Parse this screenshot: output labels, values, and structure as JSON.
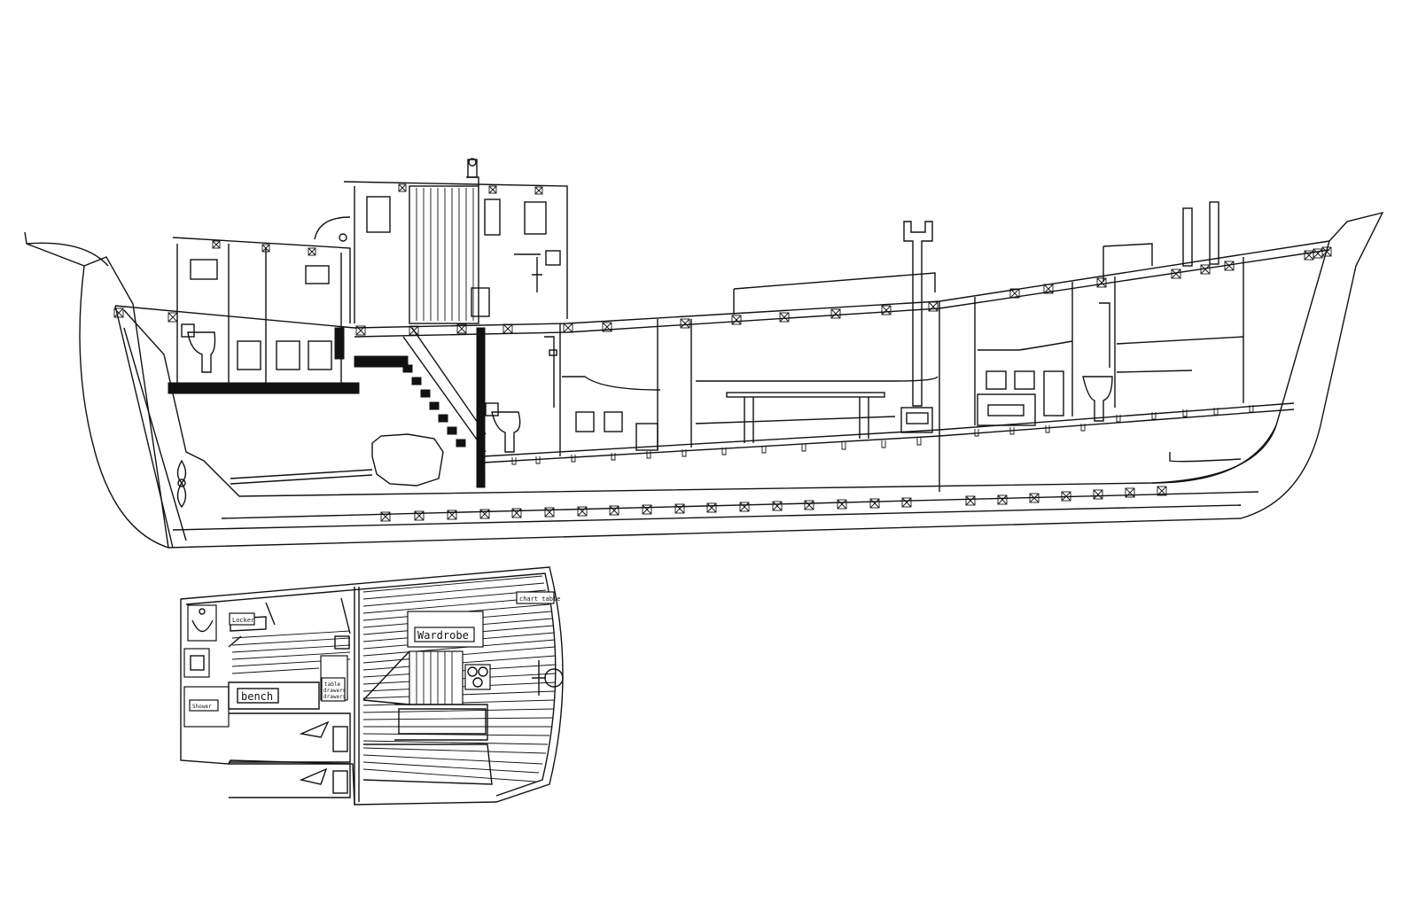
{
  "plan_labels": {
    "chart_table": "chart table",
    "wardrobe": "Wardrobe",
    "locker": "Locker",
    "bench": "bench",
    "shower": "Shower",
    "table": "table",
    "drawers_1": "drawers",
    "drawers_2": "drawers"
  },
  "icons": [
    "ship-profile",
    "toilet-icon",
    "shower-icon",
    "stove-icon",
    "sink-icon",
    "stair-icon",
    "engine-icon",
    "propeller-icon"
  ],
  "colors": {
    "line": "#111111",
    "background": "#ffffff"
  }
}
